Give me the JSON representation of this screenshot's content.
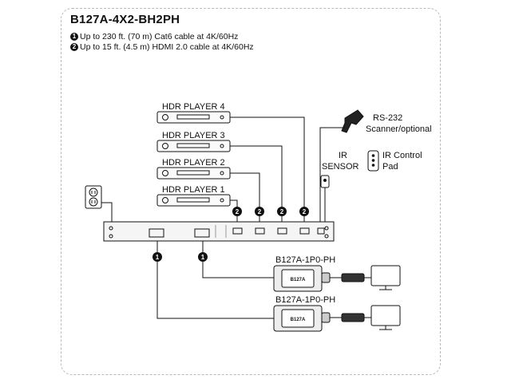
{
  "header": {
    "title": "B127A-4X2-BH2PH",
    "notes": [
      {
        "num": "1",
        "text": "Up to 230 ft. (70 m) Cat6 cable at 4K/60Hz"
      },
      {
        "num": "2",
        "text": "Up to 15 ft. (4.5 m) HDMI 2.0 cable at 4K/60Hz"
      }
    ]
  },
  "diagram": {
    "sources": [
      "HDR PLAYER 4",
      "HDR PLAYER 3",
      "HDR PLAYER 2",
      "HDR PLAYER 1"
    ],
    "rs232_label_1": "RS-232",
    "rs232_label_2": "Scanner/optional",
    "ir_sensor_1": "IR",
    "ir_sensor_2": "SENSOR",
    "ir_pad_1": "IR Control",
    "ir_pad_2": "Pad",
    "receivers": [
      "B127A-1P0-PH",
      "B127A-1P0-PH"
    ],
    "receiver_badge": "B127A",
    "hdmi_marker": "2",
    "cat6_marker": "1"
  },
  "colors": {
    "line": "#111111",
    "frame": "#b9b9b9",
    "device": "#f2f2f2"
  }
}
